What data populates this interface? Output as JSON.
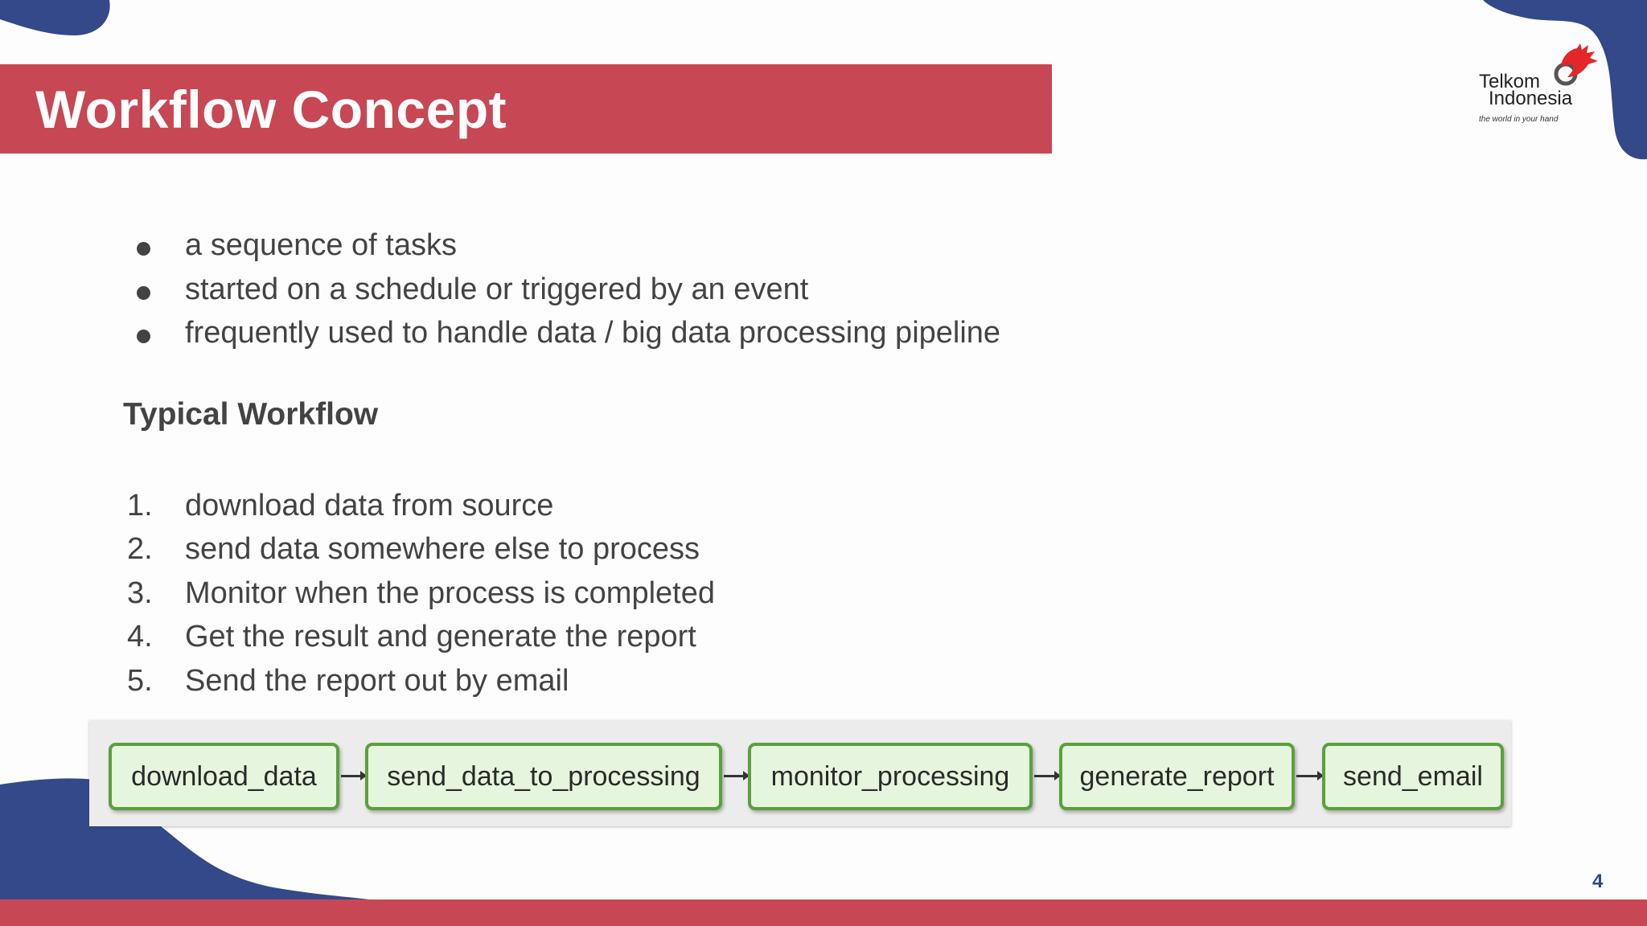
{
  "slide": {
    "title": "Workflow Concept",
    "page_number": "4",
    "colors": {
      "accent_red": "#c74754",
      "accent_blue": "#34498a",
      "text": "#434343",
      "node_border": "#5aa13a",
      "node_fill": "#e6f6de"
    }
  },
  "logo": {
    "line1": "Telkom",
    "line2": "Indonesia",
    "tagline": "the world in your hand",
    "icon": "telkom-hand-icon"
  },
  "bullets": [
    "a sequence of tasks",
    "started on a schedule or triggered by an event",
    "frequently used to handle data / big data processing pipeline"
  ],
  "typical": {
    "heading": "Typical Workflow",
    "steps": [
      {
        "marker": "1.",
        "text": "download data from source"
      },
      {
        "marker": "2.",
        "text": "send data somewhere else to process"
      },
      {
        "marker": "3.",
        "text": "Monitor when the process is completed"
      },
      {
        "marker": "4.",
        "text": "Get the result and generate the report"
      },
      {
        "marker": "5.",
        "text": "Send the report out by email"
      }
    ]
  },
  "workflow_diagram": {
    "nodes": [
      "download_data",
      "send_data_to_processing",
      "monitor_processing",
      "generate_report",
      "send_email"
    ]
  }
}
